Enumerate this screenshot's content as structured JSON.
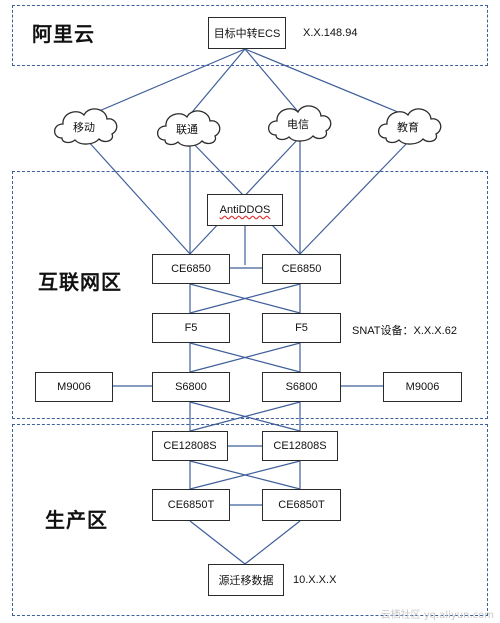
{
  "zones": {
    "aliyun": "阿里云",
    "internet": "互联网区",
    "production": "生产区"
  },
  "nodes": {
    "target_ecs": "目标中转ECS",
    "antiddos": "AntiDDOS",
    "ce6850_left": "CE6850",
    "ce6850_right": "CE6850",
    "f5_left": "F5",
    "f5_right": "F5",
    "m9006_left": "M9006",
    "s6800_left": "S6800",
    "s6800_right": "S6800",
    "m9006_right": "M9006",
    "ce12808s_left": "CE12808S",
    "ce12808s_right": "CE12808S",
    "ce6850t_left": "CE6850T",
    "ce6850t_right": "CE6850T",
    "source_data": "源迁移数据"
  },
  "annotations": {
    "ecs_ip": "X.X.148.94",
    "snat": "SNAT设备：X.X.X.62",
    "source_ip": "10.X.X.X"
  },
  "clouds": {
    "mobile": "移动",
    "unicom": "联通",
    "telecom": "电信",
    "education": "教育"
  },
  "watermark": "云栖社区 yq.aliyun.com",
  "colors": {
    "line": "#3f5f9a",
    "zone_border": "#3f5f9a",
    "box_border": "#2b2b2b",
    "squiggle": "#e03030"
  }
}
